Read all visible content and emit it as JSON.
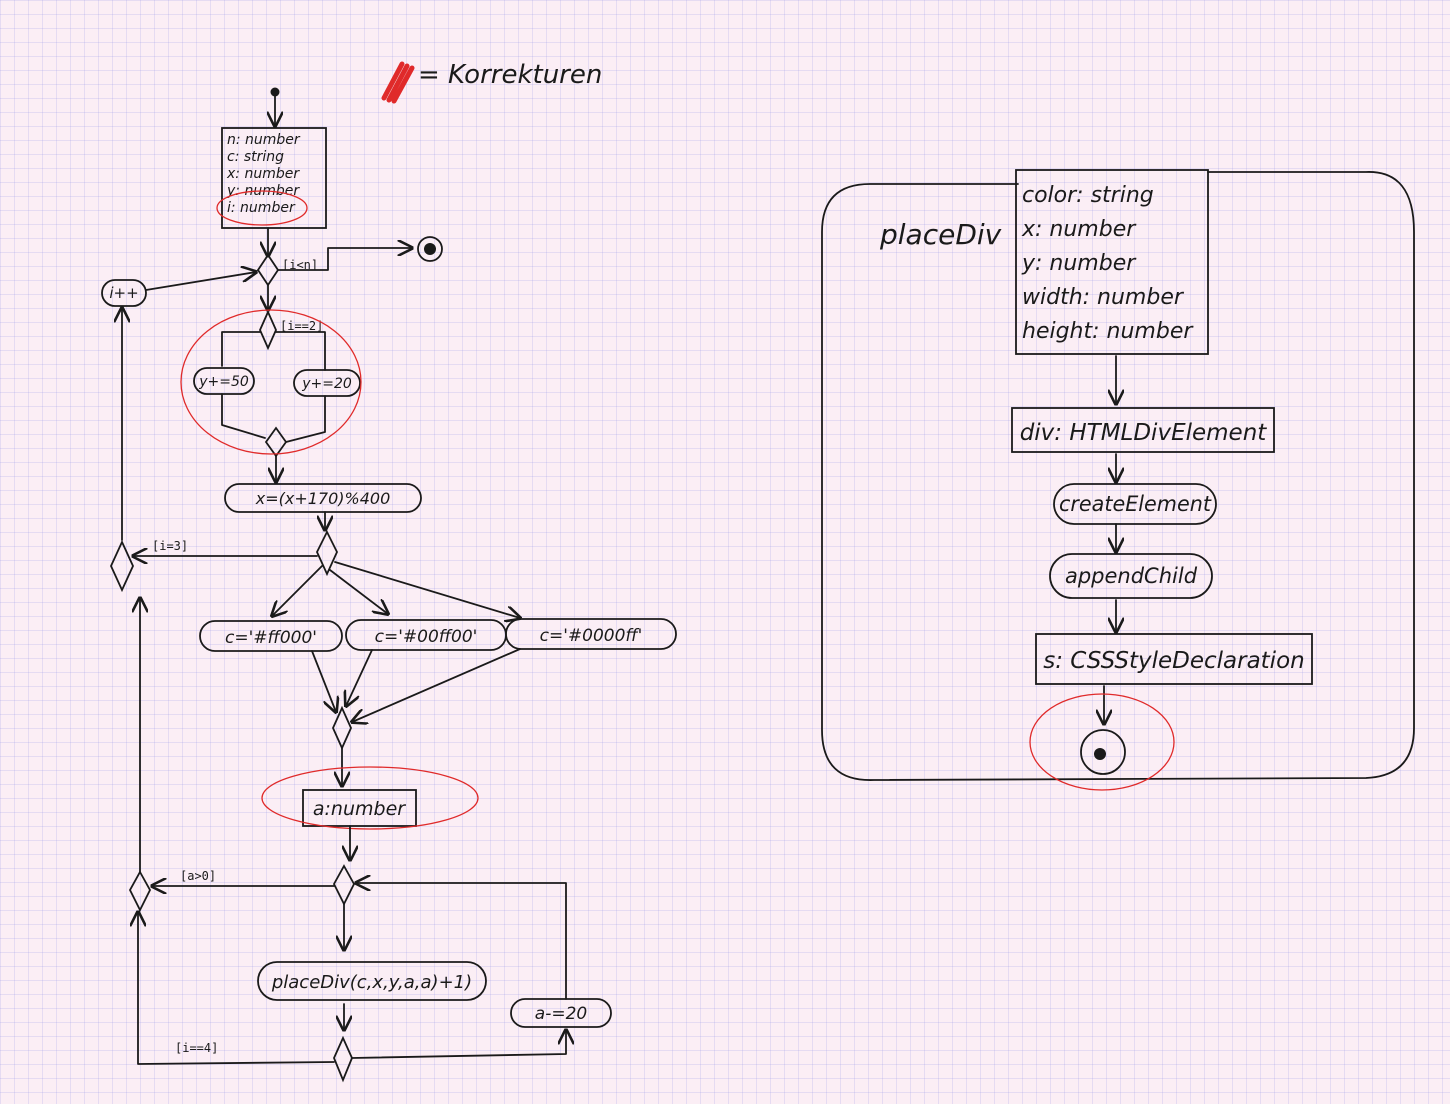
{
  "legend": {
    "text": "= Korrekturen",
    "color": "#e02a2a"
  },
  "main": {
    "vars": [
      "n: number",
      "c: string",
      "x: number",
      "y: number",
      "i: number"
    ],
    "guard_loop_end": "[i<n]",
    "guard_i2": "[i==2]",
    "y50": "y+=50",
    "y20": "y+=20",
    "x_update": "x=(x+170)%400",
    "guard_i3": "[i=3]",
    "i_inc": "i++",
    "c1": "c='#ff000'",
    "c2": "c='#00ff00'",
    "c3": "c='#0000ff'",
    "a_decl": "a:number",
    "guard_a0": "[a>0]",
    "call": "placeDiv(c,x,y,a,a)+1)",
    "a_dec": "a-=20",
    "guard_i4": "[i==4]"
  },
  "place_div": {
    "title": "placeDiv",
    "params": [
      "color: string",
      "x: number",
      "y: number",
      "width: number",
      "height: number"
    ],
    "div_decl": "div: HTMLDivElement",
    "create": "createElement",
    "append": "appendChild",
    "style_decl": "s: CSSStyleDeclaration"
  }
}
